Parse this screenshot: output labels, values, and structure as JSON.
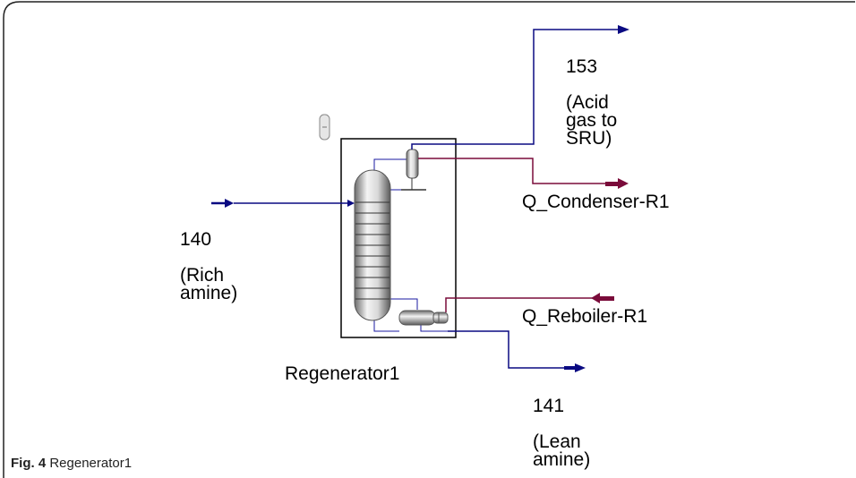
{
  "diagram": {
    "block_name": "Regenerator1",
    "streams": {
      "feed": {
        "id": "140",
        "desc": "(Rich\namine)"
      },
      "overhead": {
        "id": "153",
        "desc": "(Acid\ngas to\nSRU)"
      },
      "bottoms": {
        "id": "141",
        "desc": "(Lean\namine)"
      },
      "condenser_duty": "Q_Condenser-R1",
      "reboiler_duty": "Q_Reboiler-R1"
    },
    "colors": {
      "material": "#0a0a82",
      "energy": "#7a0b3a",
      "frame": "#000000"
    }
  },
  "caption": {
    "label": "Fig. 4",
    "text": "Regenerator1"
  }
}
